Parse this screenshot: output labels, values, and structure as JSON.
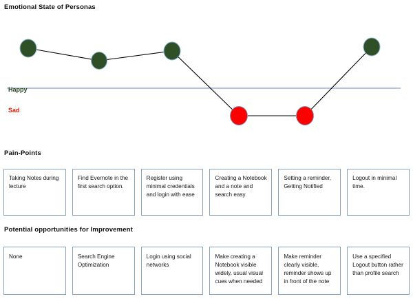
{
  "chart": {
    "title": "Emotional State of Personas",
    "axis_labels": {
      "positive": "Happy",
      "negative": "Sad"
    },
    "colors": {
      "happy_marker": "#2f4f26",
      "sad_marker": "#fe0000",
      "divider_line": "#95b3d7",
      "connector_line": "#000000",
      "happy_label": "#2b4620",
      "sad_label": "#e01b00",
      "card_border": "#8aa4bf"
    }
  },
  "chart_data": {
    "type": "line",
    "title": "Emotional State of Personas",
    "xlabel": "",
    "ylabel": "",
    "ylim": [
      -1,
      1
    ],
    "grid": false,
    "legend": "none",
    "categories": [
      "Taking Notes during lecture",
      "Find Evernote in the first search option.",
      "Register using minimal credentials and login with ease",
      "Creating a Notebook and a note and search easy",
      "Setting a reminder, Getting Notified",
      "Logout in minimal time."
    ],
    "series": [
      {
        "name": "Emotional state",
        "values": [
          1,
          0.75,
          0.93,
          -0.6,
          -0.6,
          1
        ],
        "states": [
          "happy",
          "happy",
          "happy",
          "sad",
          "sad",
          "happy"
        ]
      }
    ],
    "annotations": [
      {
        "text": "Happy",
        "position": "above-divider"
      },
      {
        "text": "Sad",
        "position": "below-divider"
      }
    ]
  },
  "sections": {
    "pain_points": {
      "heading": "Pain-Points",
      "cards": [
        "Taking Notes during lecture",
        "Find Evernote in the first search option.",
        "Register using minimal credentials and login with ease",
        "Creating a Notebook and a note and search easy",
        "Setting a reminder, Getting Notified",
        "Logout in minimal time."
      ]
    },
    "opportunities": {
      "heading": "Potential opportunities for Improvement",
      "cards": [
        "None",
        "Search Engine Optimization",
        "Login using social networks",
        "Make creating a Notebook visible widely, usual visual cues when needed",
        "Make reminder clearly visible, reminder shows up in front of the note",
        "Use a specified Logout button rather than profile search"
      ]
    }
  }
}
